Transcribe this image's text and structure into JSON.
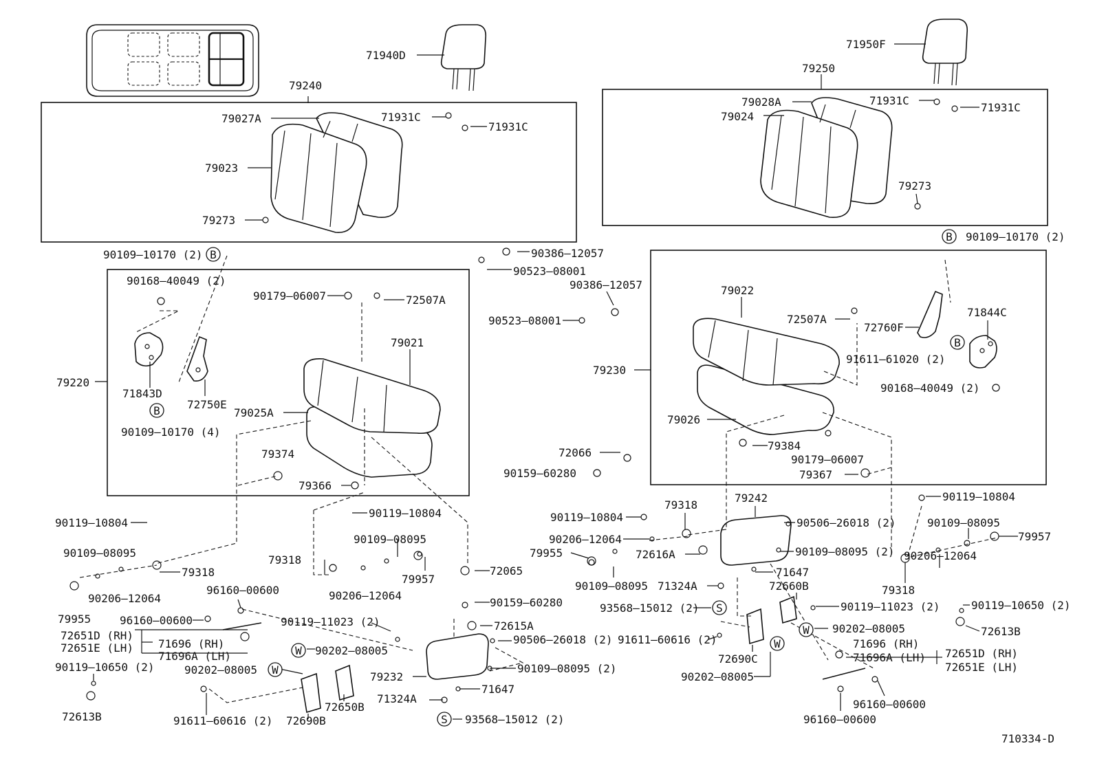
{
  "diagram_id": "710334-D",
  "symbols": {
    "B": "B",
    "S": "S",
    "W": "W"
  },
  "labels": {
    "l71940D": "71940D",
    "l71950F": "71950F",
    "l79240": "79240",
    "l79250": "79250",
    "l79027A": "79027A",
    "l79023": "79023",
    "l79273a": "79273",
    "l71931Ca": "71931C",
    "l71931Cb": "71931C",
    "l79028A": "79028A",
    "l79024": "79024",
    "l71931Cc": "71931C",
    "l71931Cd": "71931C",
    "l79273b": "79273",
    "l90109_10170a": "90109–10170 (2)",
    "l90168_40049a": "90168–40049 (2)",
    "l90179_06007a": "90179–06007",
    "l72507Aa": "72507A",
    "l79021": "79021",
    "l79220": "79220",
    "l71843D": "71843D",
    "l72750E": "72750E",
    "l79025A": "79025A",
    "l90109_10170b": "90109–10170 (4)",
    "l79374": "79374",
    "l79366": "79366",
    "l90386_12057a": "90386–12057",
    "l90523_08001a": "90523–08001",
    "l90386_12057b": "90386–12057",
    "l90523_08001b": "90523–08001",
    "l90109_10170c": "90109–10170 (2)",
    "l79022": "79022",
    "l72507Ab": "72507A",
    "l72760F": "72760F",
    "l71844C": "71844C",
    "l79230": "79230",
    "l91611_61020": "91611–61020 (2)",
    "l90168_40049b": "90168–40049 (2)",
    "l79026": "79026",
    "l79384": "79384",
    "l90179_06007b": "90179–06007",
    "l79367": "79367",
    "l72066": "72066",
    "l90159_60280a": "90159–60280",
    "l90119_10804a": "90119–10804",
    "l90119_10804b": "90119–10804",
    "l90109_08095a": "90109–08095",
    "l79318a": "79318",
    "l90206_12064a": "90206–12064",
    "l79955a": "79955",
    "l79318b": "79318",
    "l90109_08095b": "90109–08095",
    "l79957a": "79957",
    "l90206_12064b": "90206–12064",
    "l72065": "72065",
    "l90159_60280b": "90159–60280",
    "l96160_00600a": "96160–00600",
    "l96160_00600b": "96160–00600",
    "l72651Da": "72651D (RH)",
    "l72651Ea": "72651E (LH)",
    "l71696a": "71696   (RH)",
    "l71696Aa": "71696A (LH)",
    "l90119_11023a": "90119–11023 (2)",
    "l90202_08005a": "90202–08005",
    "l90202_08005b": "90202–08005",
    "l90119_10650a": "90119–10650 (2)",
    "l72613Ba": "72613B",
    "l91611_60616a": "91611–60616 (2)",
    "l72690Ba": "72690B",
    "l72650B": "72650B",
    "l72615A": "72615A",
    "l90506_26018a": "90506–26018 (2)",
    "l79232": "79232",
    "l90109_08095c": "90109–08095 (2)",
    "l71647a": "71647",
    "l71324Aa": "71324A",
    "l93568_15012a": "93568–15012 (2)",
    "l90119_10804c": "90119–10804",
    "l79318c": "79318",
    "l79242": "79242",
    "l90506_26018b": "90506–26018 (2)",
    "l90206_12064c": "90206–12064",
    "l72616A": "72616A",
    "l90109_08095d": "90109–08095 (2)",
    "l79955b": "79955",
    "l71647b": "71647",
    "l90109_08095e": "90109–08095",
    "l71324Ab": "71324A",
    "l72660B": "72660B",
    "l90119_11023b": "90119–11023 (2)",
    "l93568_15012b": "93568–15012 (2)",
    "l91611_60616b": "91611–60616 (2)",
    "l72690C": "72690C",
    "l90202_08005c": "90202–08005",
    "l90202_08005d": "90202–08005",
    "l71696b": "71696   (RH)",
    "l71696Ab": "71696A (LH)",
    "l72651Db": "72651D (RH)",
    "l72651Eb": "72651E (LH)",
    "l96160_00600c": "96160–00600",
    "l96160_00600d": "96160–00600",
    "l90119_10804d": "90119–10804",
    "l90109_08095f": "90109–08095",
    "l79957b": "79957",
    "l90206_12064d": "90206–12064",
    "l79318d": "79318",
    "l90119_10650b": "90119–10650 (2)",
    "l72613Bb": "72613B"
  }
}
